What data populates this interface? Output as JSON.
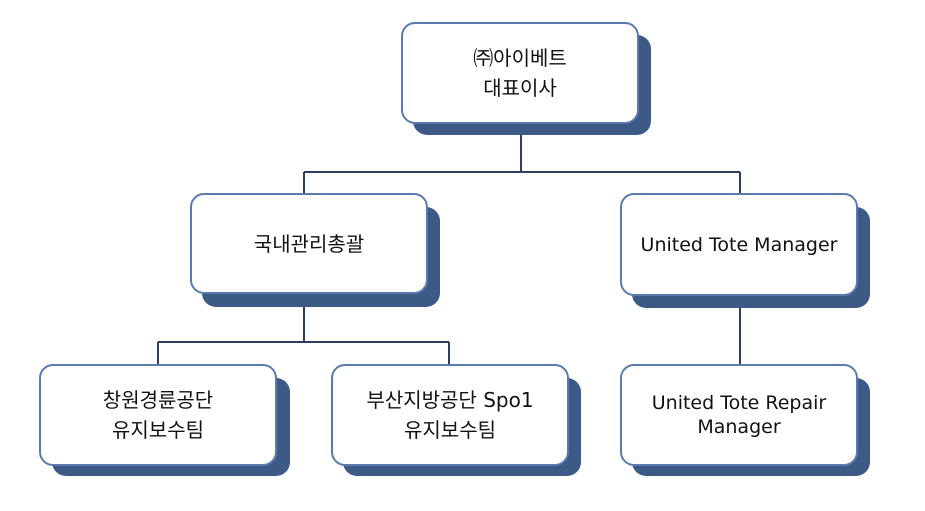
{
  "org_chart": {
    "root": {
      "line1": "㈜아이베트",
      "line2": "대표이사"
    },
    "domestic": {
      "label": "국내관리총괄"
    },
    "united_tote_manager": {
      "label": "United Tote Manager"
    },
    "changwon": {
      "line1": "창원경륜공단",
      "line2": "유지보수팀"
    },
    "busan": {
      "line1": "부산지방공단 Spo1",
      "line2": "유지보수팀"
    },
    "united_tote_repair": {
      "line1": "United Tote Repair",
      "line2": "Manager"
    }
  }
}
